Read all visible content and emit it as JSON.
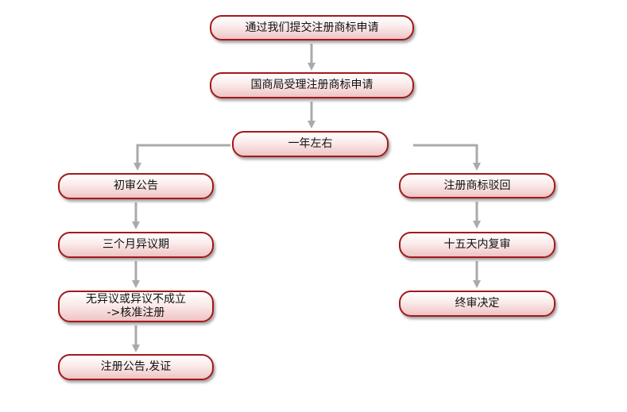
{
  "colors": {
    "box_border": "#a3181b",
    "box_fill_top": "#ffffff",
    "box_fill_bottom": "#efc4c4",
    "connector": "#aaaaaa",
    "text": "#111111"
  },
  "nodes": {
    "submit": "通过我们提交注册商标申请",
    "accept": "国商局受理注册商标申请",
    "wait": "一年左右",
    "prelim": "初审公告",
    "objection": "三个月异议期",
    "approve_line1": "无异议或异议不成立",
    "approve_line2": "->核准注册",
    "publish": "注册公告,发证",
    "reject": "注册商标驳回",
    "review": "十五天内复审",
    "final": "终审决定"
  }
}
